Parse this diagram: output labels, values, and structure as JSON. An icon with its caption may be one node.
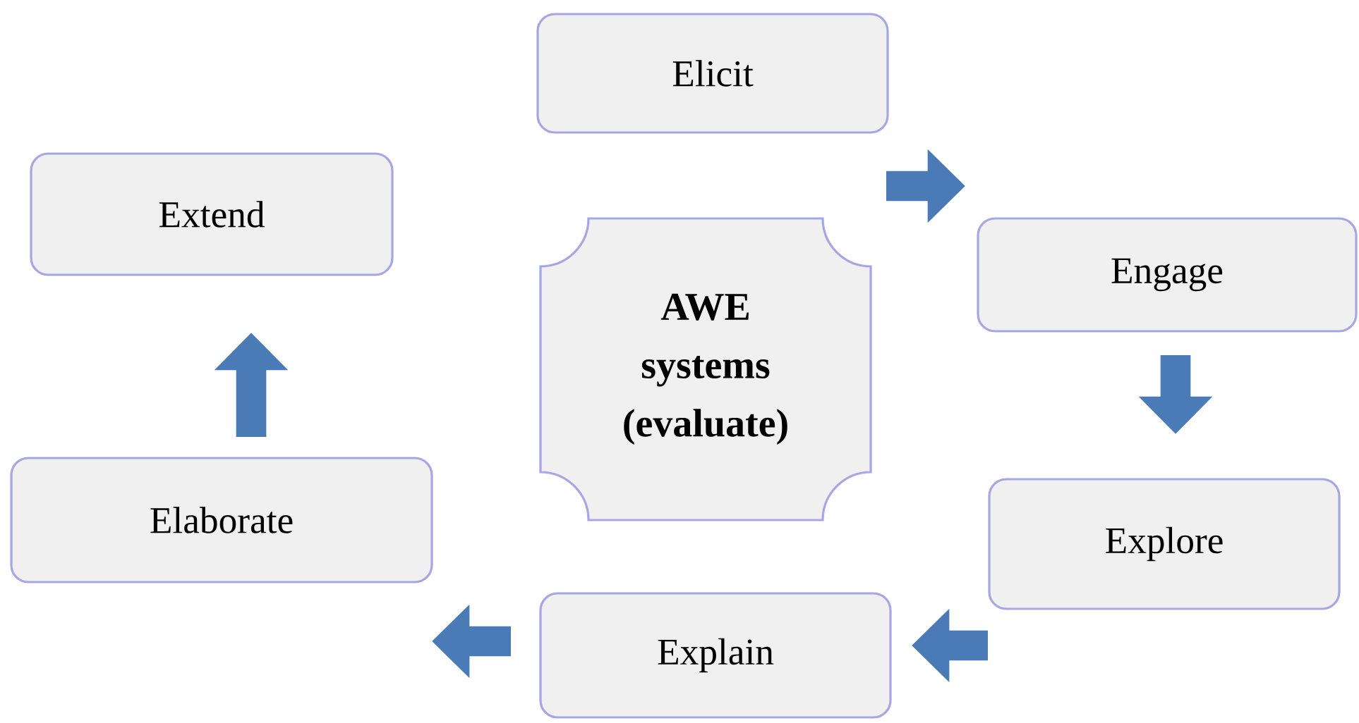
{
  "diagram": {
    "nodes": [
      {
        "text": [
          "Elicit"
        ]
      },
      {
        "text": [
          "Engage"
        ]
      },
      {
        "text": [
          "Explore"
        ]
      },
      {
        "text": [
          "Explain"
        ]
      },
      {
        "text": [
          "Elaborate"
        ]
      },
      {
        "text": [
          "Extend"
        ]
      },
      {
        "text": [
          "AWE systems (evaluate)"
        ]
      }
    ],
    "edges": [
      {
        "from": 0,
        "to": 1,
        "arrow": "to"
      },
      {
        "from": 1,
        "to": 2,
        "arrow": "to"
      },
      {
        "from": 2,
        "to": 3,
        "arrow": "to"
      },
      {
        "from": 3,
        "to": 4,
        "arrow": "to"
      },
      {
        "from": 4,
        "to": 5,
        "arrow": "to"
      }
    ]
  }
}
